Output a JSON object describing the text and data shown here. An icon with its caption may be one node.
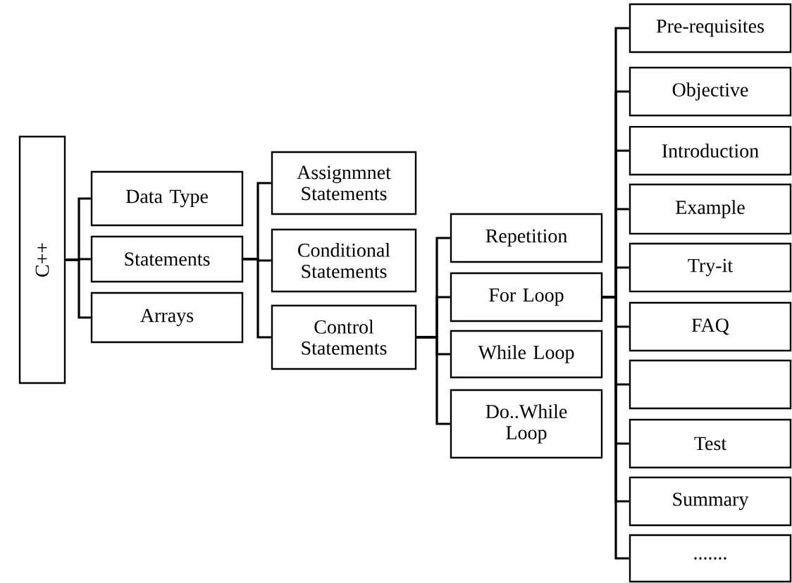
{
  "diagram": {
    "nodes": [
      {
        "text": [
          "C++"
        ]
      },
      {
        "text": [
          "Data Type"
        ]
      },
      {
        "text": [
          "Statements"
        ]
      },
      {
        "text": [
          "Arrays"
        ]
      },
      {
        "text": [
          "Assignmnet Statements"
        ]
      },
      {
        "text": [
          "Conditional Statements"
        ]
      },
      {
        "text": [
          "Control Statements"
        ]
      },
      {
        "text": [
          "Repetition"
        ]
      },
      {
        "text": [
          "For Loop"
        ]
      },
      {
        "text": [
          "While Loop"
        ]
      },
      {
        "text": [
          "Do..While Loop"
        ]
      },
      {
        "text": [
          "Pre-requisites"
        ]
      },
      {
        "text": [
          "Objective"
        ]
      },
      {
        "text": [
          "Introduction"
        ]
      },
      {
        "text": [
          "Example"
        ]
      },
      {
        "text": [
          "Try-it"
        ]
      },
      {
        "text": [
          "FAQ"
        ]
      },
      {
        "text": [],
        "shape": "box"
      },
      {
        "text": [
          "Test"
        ]
      },
      {
        "text": [
          "Summary"
        ]
      },
      {
        "text": [
          "......."
        ]
      }
    ],
    "edges": [
      {
        "from": 0,
        "to": 1,
        "arrow": "none"
      },
      {
        "from": 0,
        "to": 2,
        "arrow": "none"
      },
      {
        "from": 0,
        "to": 3,
        "arrow": "none"
      },
      {
        "from": 2,
        "to": 4,
        "arrow": "none"
      },
      {
        "from": 2,
        "to": 5,
        "arrow": "none"
      },
      {
        "from": 2,
        "to": 6,
        "arrow": "none"
      },
      {
        "from": 6,
        "to": 7,
        "arrow": "none"
      },
      {
        "from": 6,
        "to": 8,
        "arrow": "none"
      },
      {
        "from": 6,
        "to": 9,
        "arrow": "none"
      },
      {
        "from": 6,
        "to": 10,
        "arrow": "none"
      },
      {
        "from": 8,
        "to": 11,
        "arrow": "none"
      },
      {
        "from": 8,
        "to": 12,
        "arrow": "none"
      },
      {
        "from": 8,
        "to": 13,
        "arrow": "none"
      },
      {
        "from": 8,
        "to": 14,
        "arrow": "none"
      },
      {
        "from": 8,
        "to": 15,
        "arrow": "none"
      },
      {
        "from": 8,
        "to": 16,
        "arrow": "none"
      },
      {
        "from": 8,
        "to": 17,
        "arrow": "none"
      },
      {
        "from": 8,
        "to": 18,
        "arrow": "none"
      },
      {
        "from": 8,
        "to": 19,
        "arrow": "none"
      },
      {
        "from": 8,
        "to": 20,
        "arrow": "none"
      }
    ]
  }
}
